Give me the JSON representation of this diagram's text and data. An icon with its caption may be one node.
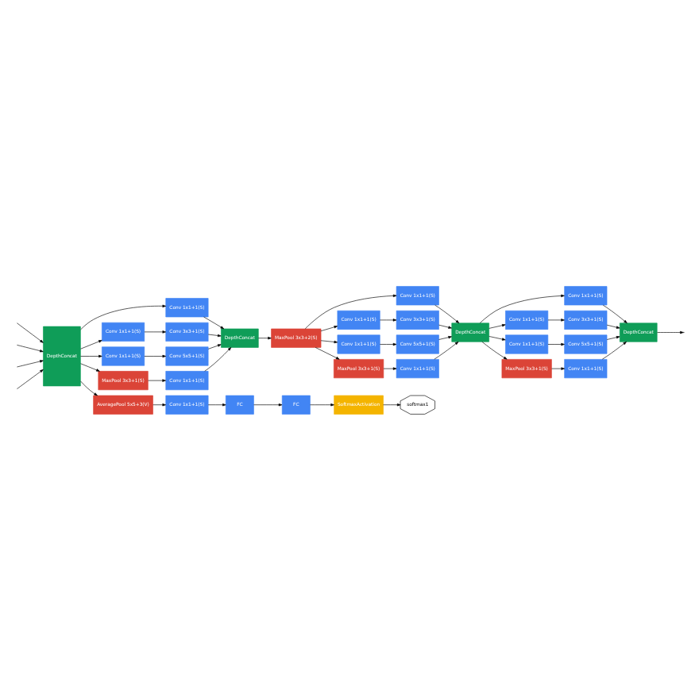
{
  "diagram": {
    "nodes": [
      {
        "text": [
          "DepthConcat"
        ]
      },
      {
        "text": [
          "Conv 1x1+1(S)"
        ]
      },
      {
        "text": [
          "Conv 1x1+1(S)"
        ]
      },
      {
        "text": [
          "Conv 1x1+1(S)"
        ]
      },
      {
        "text": [
          "MaxPool 3x3+1(S)"
        ]
      },
      {
        "text": [
          "AveragePool 5x5+3(V)"
        ]
      },
      {
        "text": [
          "Conv 3x3+1(S)"
        ]
      },
      {
        "text": [
          "Conv 5x5+1(S)"
        ]
      },
      {
        "text": [
          "Conv 1x1+1(S)"
        ]
      },
      {
        "text": [
          "Conv 1x1+1(S)"
        ]
      },
      {
        "text": [
          "FC"
        ]
      },
      {
        "text": [
          "FC"
        ]
      },
      {
        "text": [
          "SoftmaxActivation"
        ]
      },
      {
        "text": [
          "softmax1"
        ]
      },
      {
        "text": [
          "DepthConcat"
        ]
      },
      {
        "text": [
          "MaxPool 3x3+2(S)"
        ]
      },
      {
        "text": [
          "Conv 1x1+1(S)"
        ]
      },
      {
        "text": [
          "Conv 1x1+1(S)"
        ]
      },
      {
        "text": [
          "Conv 1x1+1(S)"
        ]
      },
      {
        "text": [
          "MaxPool 3x3+1(S)"
        ]
      },
      {
        "text": [
          "Conv 3x3+1(S)"
        ]
      },
      {
        "text": [
          "Conv 5x5+1(S)"
        ]
      },
      {
        "text": [
          "Conv 1x1+1(S)"
        ]
      },
      {
        "text": [
          "DepthConcat"
        ]
      },
      {
        "text": [
          "Conv 1x1+1(S)"
        ]
      },
      {
        "text": [
          "Conv 1x1+1(S)"
        ]
      },
      {
        "text": [
          "Conv 1x1+1(S)"
        ]
      },
      {
        "text": [
          "MaxPool 3x3+1(S)"
        ]
      },
      {
        "text": [
          "Conv 3x3+1(S)"
        ]
      },
      {
        "text": [
          "Conv 5x5+1(S)"
        ]
      },
      {
        "text": [
          "Conv 1x1+1(S)"
        ]
      },
      {
        "text": [
          "DepthConcat"
        ]
      }
    ],
    "edges": [
      {
        "from": null,
        "to": 0,
        "arrow": "to"
      },
      {
        "from": null,
        "to": 0,
        "arrow": "to"
      },
      {
        "from": null,
        "to": 0,
        "arrow": "to"
      },
      {
        "from": null,
        "to": 0,
        "arrow": "to"
      },
      {
        "from": 0,
        "to": 1,
        "arrow": "to"
      },
      {
        "from": 0,
        "to": 2,
        "arrow": "to"
      },
      {
        "from": 0,
        "to": 3,
        "arrow": "to"
      },
      {
        "from": 0,
        "to": 4,
        "arrow": "to"
      },
      {
        "from": 0,
        "to": 5,
        "arrow": "to"
      },
      {
        "from": 2,
        "to": 6,
        "arrow": "to"
      },
      {
        "from": 3,
        "to": 7,
        "arrow": "to"
      },
      {
        "from": 4,
        "to": 8,
        "arrow": "to"
      },
      {
        "from": 5,
        "to": 9,
        "arrow": "to"
      },
      {
        "from": 9,
        "to": 10,
        "arrow": "to"
      },
      {
        "from": 10,
        "to": 11,
        "arrow": "to"
      },
      {
        "from": 11,
        "to": 12,
        "arrow": "to"
      },
      {
        "from": 12,
        "to": 13,
        "arrow": "to"
      },
      {
        "from": 1,
        "to": 14,
        "arrow": "to"
      },
      {
        "from": 6,
        "to": 14,
        "arrow": "to"
      },
      {
        "from": 7,
        "to": 14,
        "arrow": "to"
      },
      {
        "from": 8,
        "to": 14,
        "arrow": "to"
      },
      {
        "from": 14,
        "to": 15,
        "arrow": "to"
      },
      {
        "from": 15,
        "to": 16,
        "arrow": "to"
      },
      {
        "from": 15,
        "to": 17,
        "arrow": "to"
      },
      {
        "from": 15,
        "to": 18,
        "arrow": "to"
      },
      {
        "from": 15,
        "to": 19,
        "arrow": "to"
      },
      {
        "from": 17,
        "to": 20,
        "arrow": "to"
      },
      {
        "from": 18,
        "to": 21,
        "arrow": "to"
      },
      {
        "from": 19,
        "to": 22,
        "arrow": "to"
      },
      {
        "from": 16,
        "to": 23,
        "arrow": "to"
      },
      {
        "from": 20,
        "to": 23,
        "arrow": "to"
      },
      {
        "from": 21,
        "to": 23,
        "arrow": "to"
      },
      {
        "from": 22,
        "to": 23,
        "arrow": "to"
      },
      {
        "from": 23,
        "to": 24,
        "arrow": "to"
      },
      {
        "from": 23,
        "to": 25,
        "arrow": "to"
      },
      {
        "from": 23,
        "to": 26,
        "arrow": "to"
      },
      {
        "from": 23,
        "to": 27,
        "arrow": "to"
      },
      {
        "from": 25,
        "to": 28,
        "arrow": "to"
      },
      {
        "from": 26,
        "to": 29,
        "arrow": "to"
      },
      {
        "from": 27,
        "to": 30,
        "arrow": "to"
      },
      {
        "from": 24,
        "to": 31,
        "arrow": "to"
      },
      {
        "from": 28,
        "to": 31,
        "arrow": "to"
      },
      {
        "from": 29,
        "to": 31,
        "arrow": "to"
      },
      {
        "from": 30,
        "to": 31,
        "arrow": "to"
      },
      {
        "from": 31,
        "to": null,
        "arrow": "to"
      }
    ]
  }
}
